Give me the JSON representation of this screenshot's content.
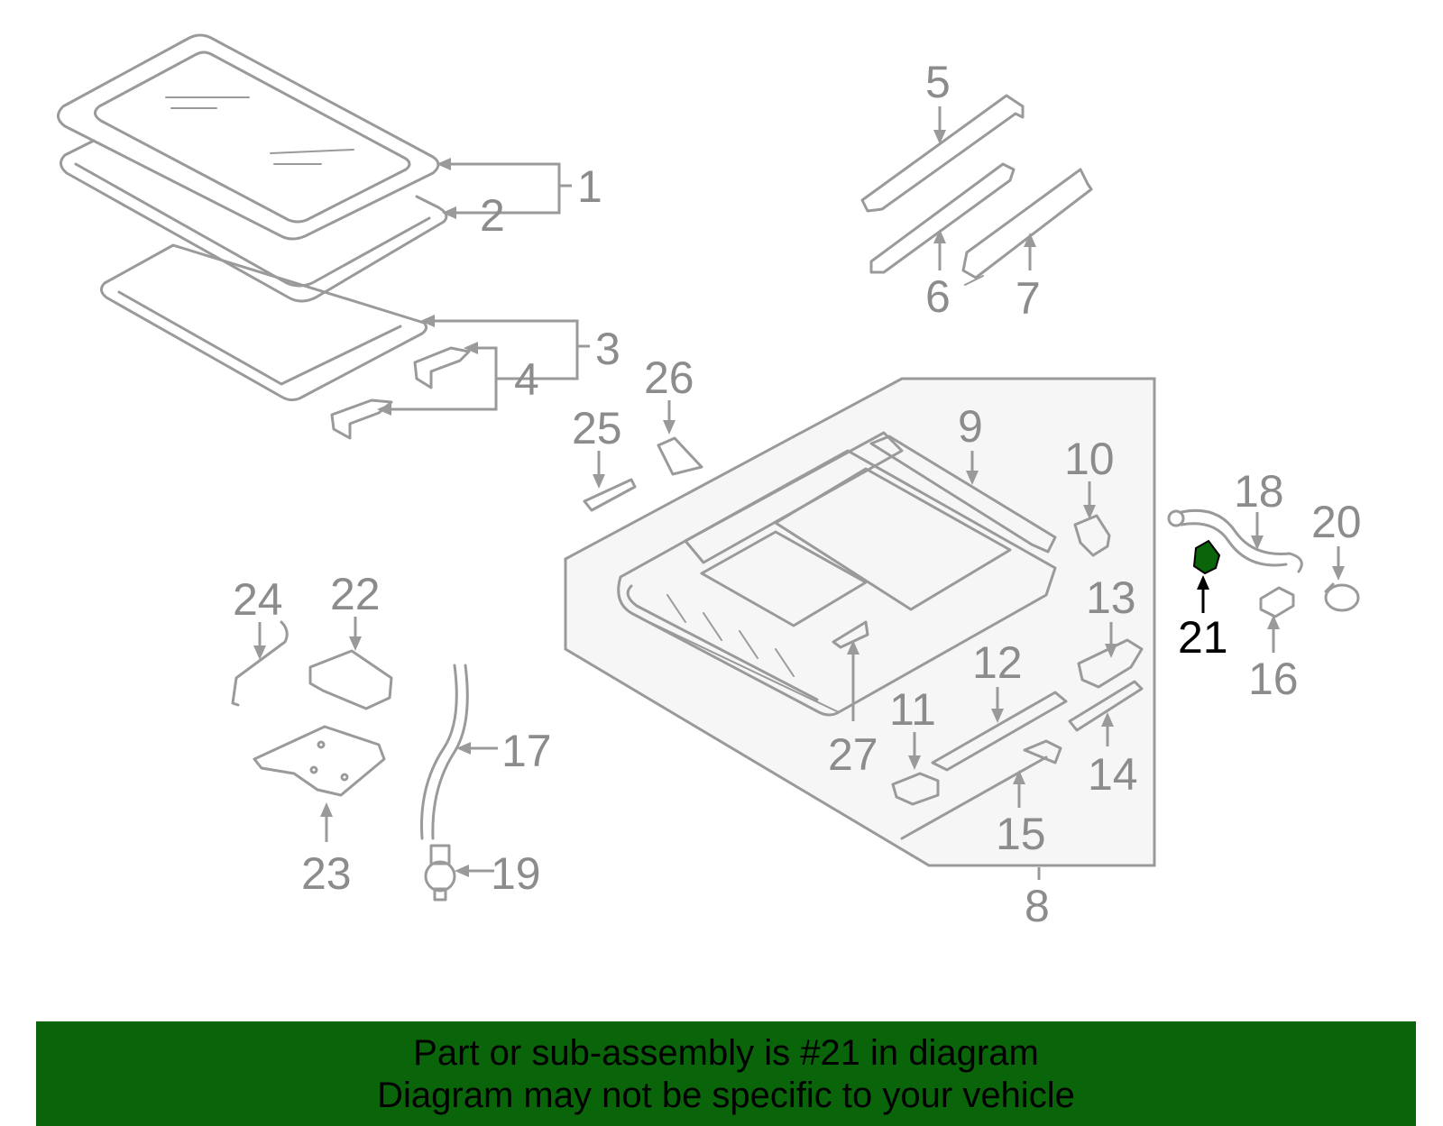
{
  "diagram": {
    "callouts": [
      "1",
      "2",
      "3",
      "4",
      "5",
      "6",
      "7",
      "8",
      "9",
      "10",
      "11",
      "12",
      "13",
      "14",
      "15",
      "16",
      "17",
      "18",
      "19",
      "20",
      "21",
      "22",
      "23",
      "24",
      "25",
      "26",
      "27"
    ],
    "highlighted_callout": "21",
    "highlight_color": "#0a640a",
    "line_color": "#9a9a9a"
  },
  "banner": {
    "line1": "Part or sub-assembly is #21 in diagram",
    "line2": "Diagram may not be specific to your vehicle",
    "background": "#0a640a"
  }
}
